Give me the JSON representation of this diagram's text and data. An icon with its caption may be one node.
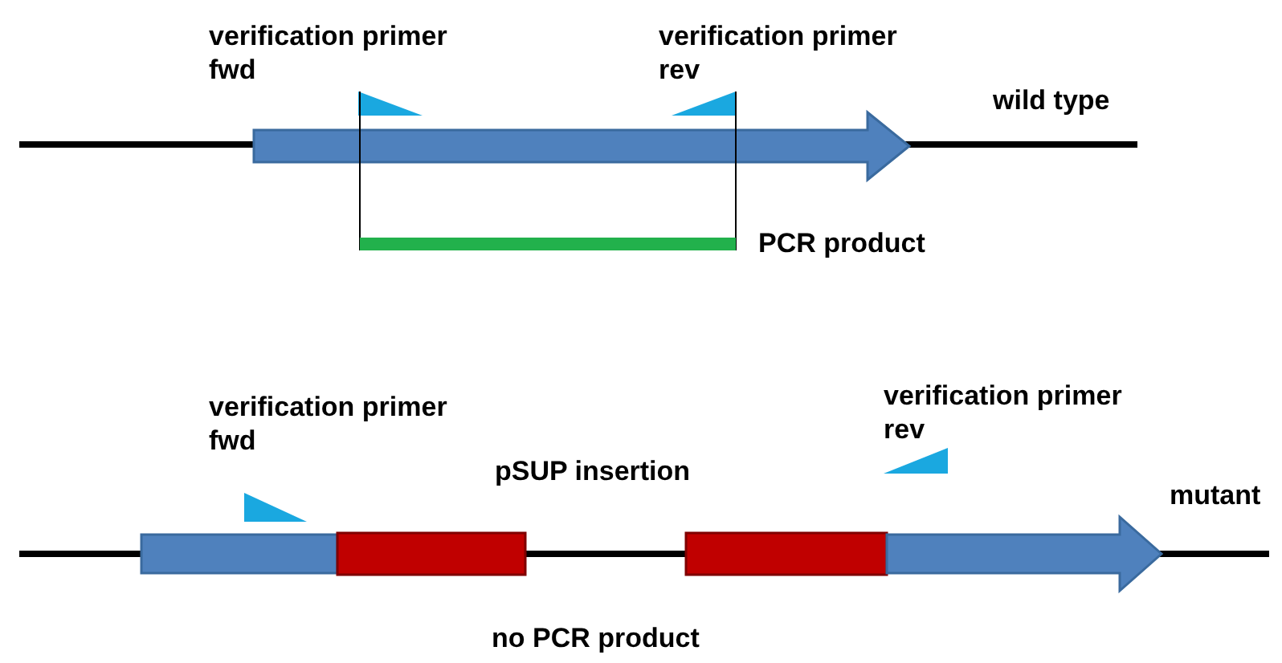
{
  "diagram": {
    "labels": [
      "verification primer fwd",
      "verification primer rev",
      "wild type",
      "PCR product",
      "verification primer fwd",
      "pSUP insertion",
      "verification primer rev",
      "mutant",
      "no PCR product"
    ]
  }
}
